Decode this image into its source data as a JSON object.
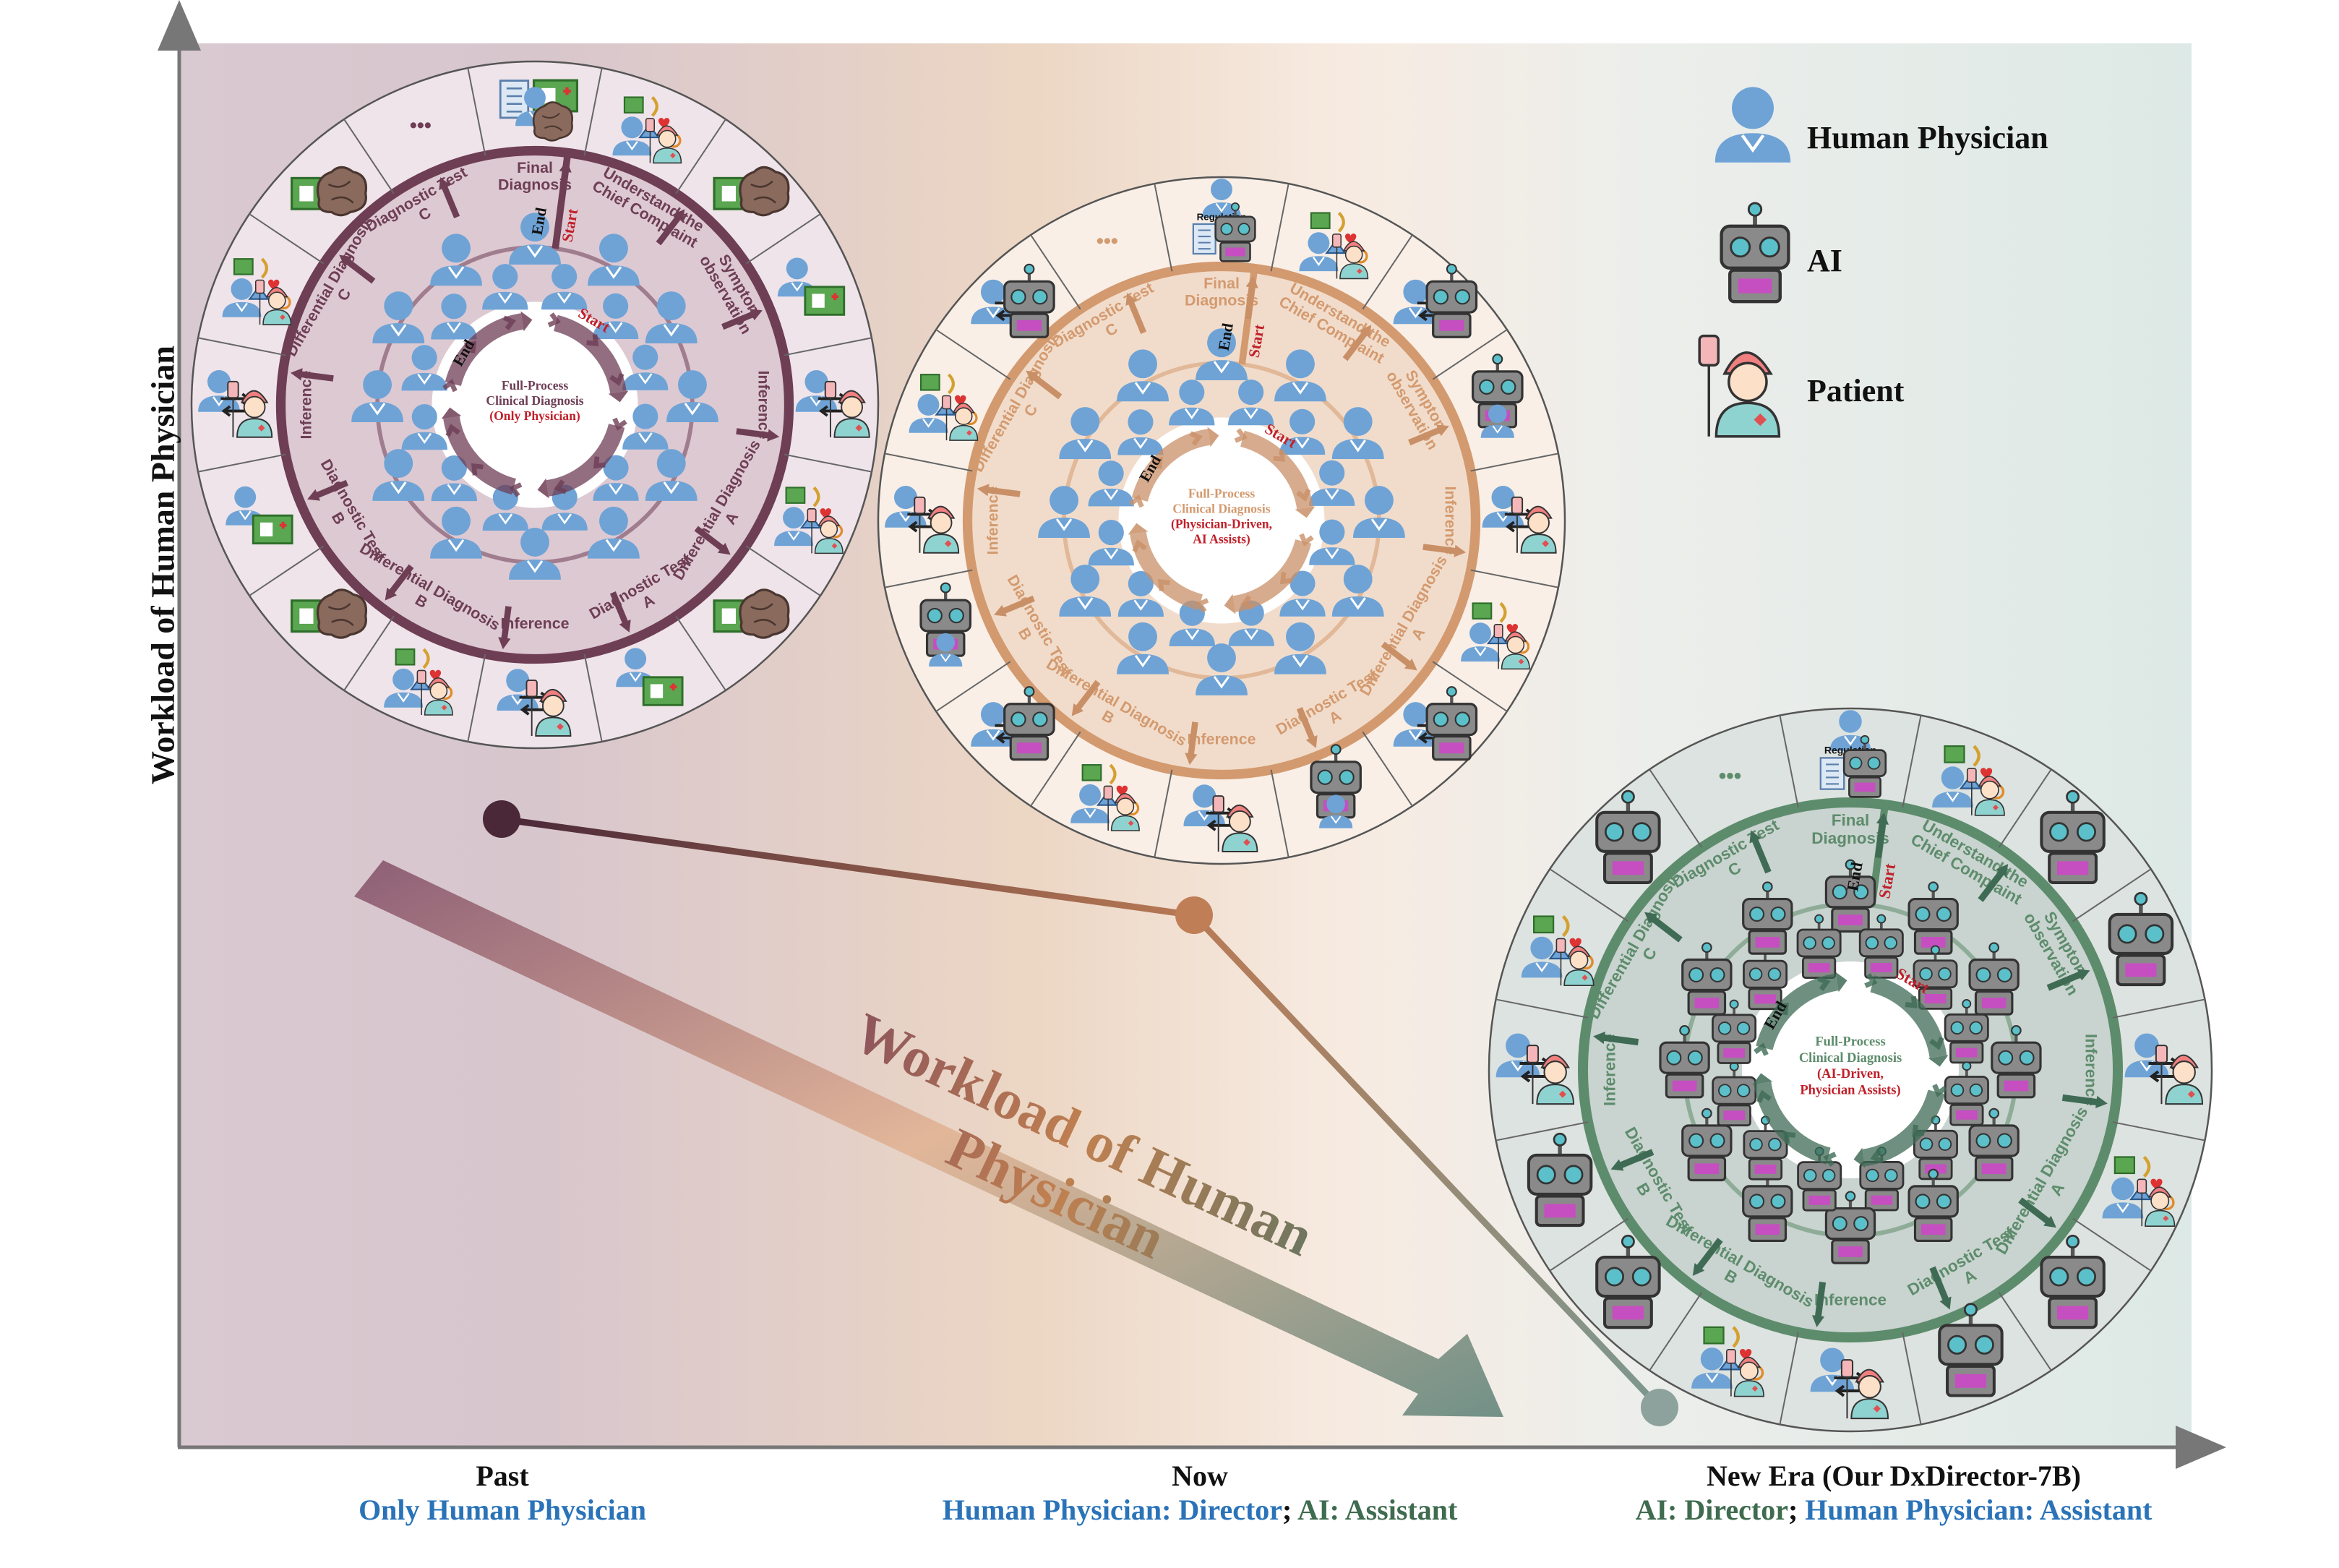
{
  "y_axis_label": "Workload of Human Physician",
  "trend_label": "Workload of Human Physician",
  "legend": [
    {
      "label": "Human Physician",
      "icon": "physician-icon"
    },
    {
      "label": "AI",
      "icon": "robot-icon"
    },
    {
      "label": "Patient",
      "icon": "patient-icon"
    }
  ],
  "eras": [
    {
      "name": "Past",
      "subtitle_parts": [
        {
          "text": "Only Human Physician",
          "color": "blue"
        }
      ],
      "center_lines": [
        "Full-Process",
        "Clinical Diagnosis",
        "(Only Physician)"
      ],
      "colors": {
        "ring": "#6e3e55",
        "fill": "#ddc9d2",
        "outer": "#efe4ea",
        "arrow": "#6e3e55"
      }
    },
    {
      "name": "Now",
      "subtitle_parts": [
        {
          "text": "Human Physician: Director",
          "color": "blue"
        },
        {
          "text": "; ",
          "color": "black"
        },
        {
          "text": "AI: Assistant",
          "color": "green"
        }
      ],
      "center_lines": [
        "Full-Process",
        "Clinical Diagnosis",
        "(Physician-Driven,",
        "AI Assists)"
      ],
      "colors": {
        "ring": "#d39a6f",
        "fill": "#f1dccb",
        "outer": "#f9efe7",
        "arrow": "#c99068"
      }
    },
    {
      "name": "New Era (Our DxDirector-7B)",
      "subtitle_parts": [
        {
          "text": "AI: Director",
          "color": "green"
        },
        {
          "text": "; ",
          "color": "black"
        },
        {
          "text": "Human Physician: Assistant",
          "color": "blue"
        }
      ],
      "center_lines": [
        "Full-Process",
        "Clinical Diagnosis",
        "(AI-Driven,",
        "Physician Assists)"
      ],
      "colors": {
        "ring": "#5d8c6c",
        "fill": "#c9d3cf",
        "outer": "#dde3e0",
        "arrow": "#3f6b55"
      }
    }
  ],
  "stages": [
    "Final Diagnosis",
    "Understand the Chief Complaint",
    "Symptom observation",
    "Inference",
    "Differential Diagnosis A",
    "Diagnostic Test A",
    "Inference",
    "Differential Diagnosis B",
    "Diagnostic Test B",
    "Inference",
    "Differential Diagnosis C",
    "Diagnostic Test C"
  ],
  "start_label": "Start",
  "end_label": "End",
  "regulation_label": "Regulation",
  "ellipsis": "•••"
}
